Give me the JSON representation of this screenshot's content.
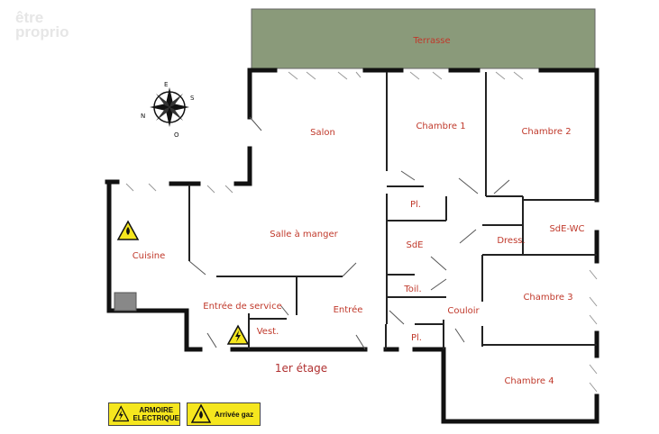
{
  "logo": {
    "line1": "être",
    "line2": "proprio"
  },
  "floor_label": "1er étage",
  "compass": {
    "north": "N",
    "south": "S",
    "east": "E",
    "west": "O"
  },
  "rooms": {
    "terrasse": "Terrasse",
    "salon": "Salon",
    "chambre1": "Chambre 1",
    "chambre2": "Chambre 2",
    "salle_a_manger": "Salle à manger",
    "cuisine": "Cuisine",
    "pl_top": "Pl.",
    "sde": "SdE",
    "dress": "Dress.",
    "sde_wc": "SdE-WC",
    "toil": "Toil.",
    "chambre3": "Chambre 3",
    "entree_service": "Entrée de service",
    "entree": "Entrée",
    "couloir": "Couloir",
    "vest": "Vest.",
    "pl_bottom": "Pl.",
    "chambre4": "Chambre 4"
  },
  "legend": {
    "electric_line1": "ARMOIRE",
    "electric_line2": "ELECTRIQUE",
    "gas": "Arrivée gaz"
  },
  "colors": {
    "terrace_fill": "#8a9a7a",
    "wall": "#111111",
    "label": "#c0392b",
    "warning_yellow": "#f5e61e"
  }
}
